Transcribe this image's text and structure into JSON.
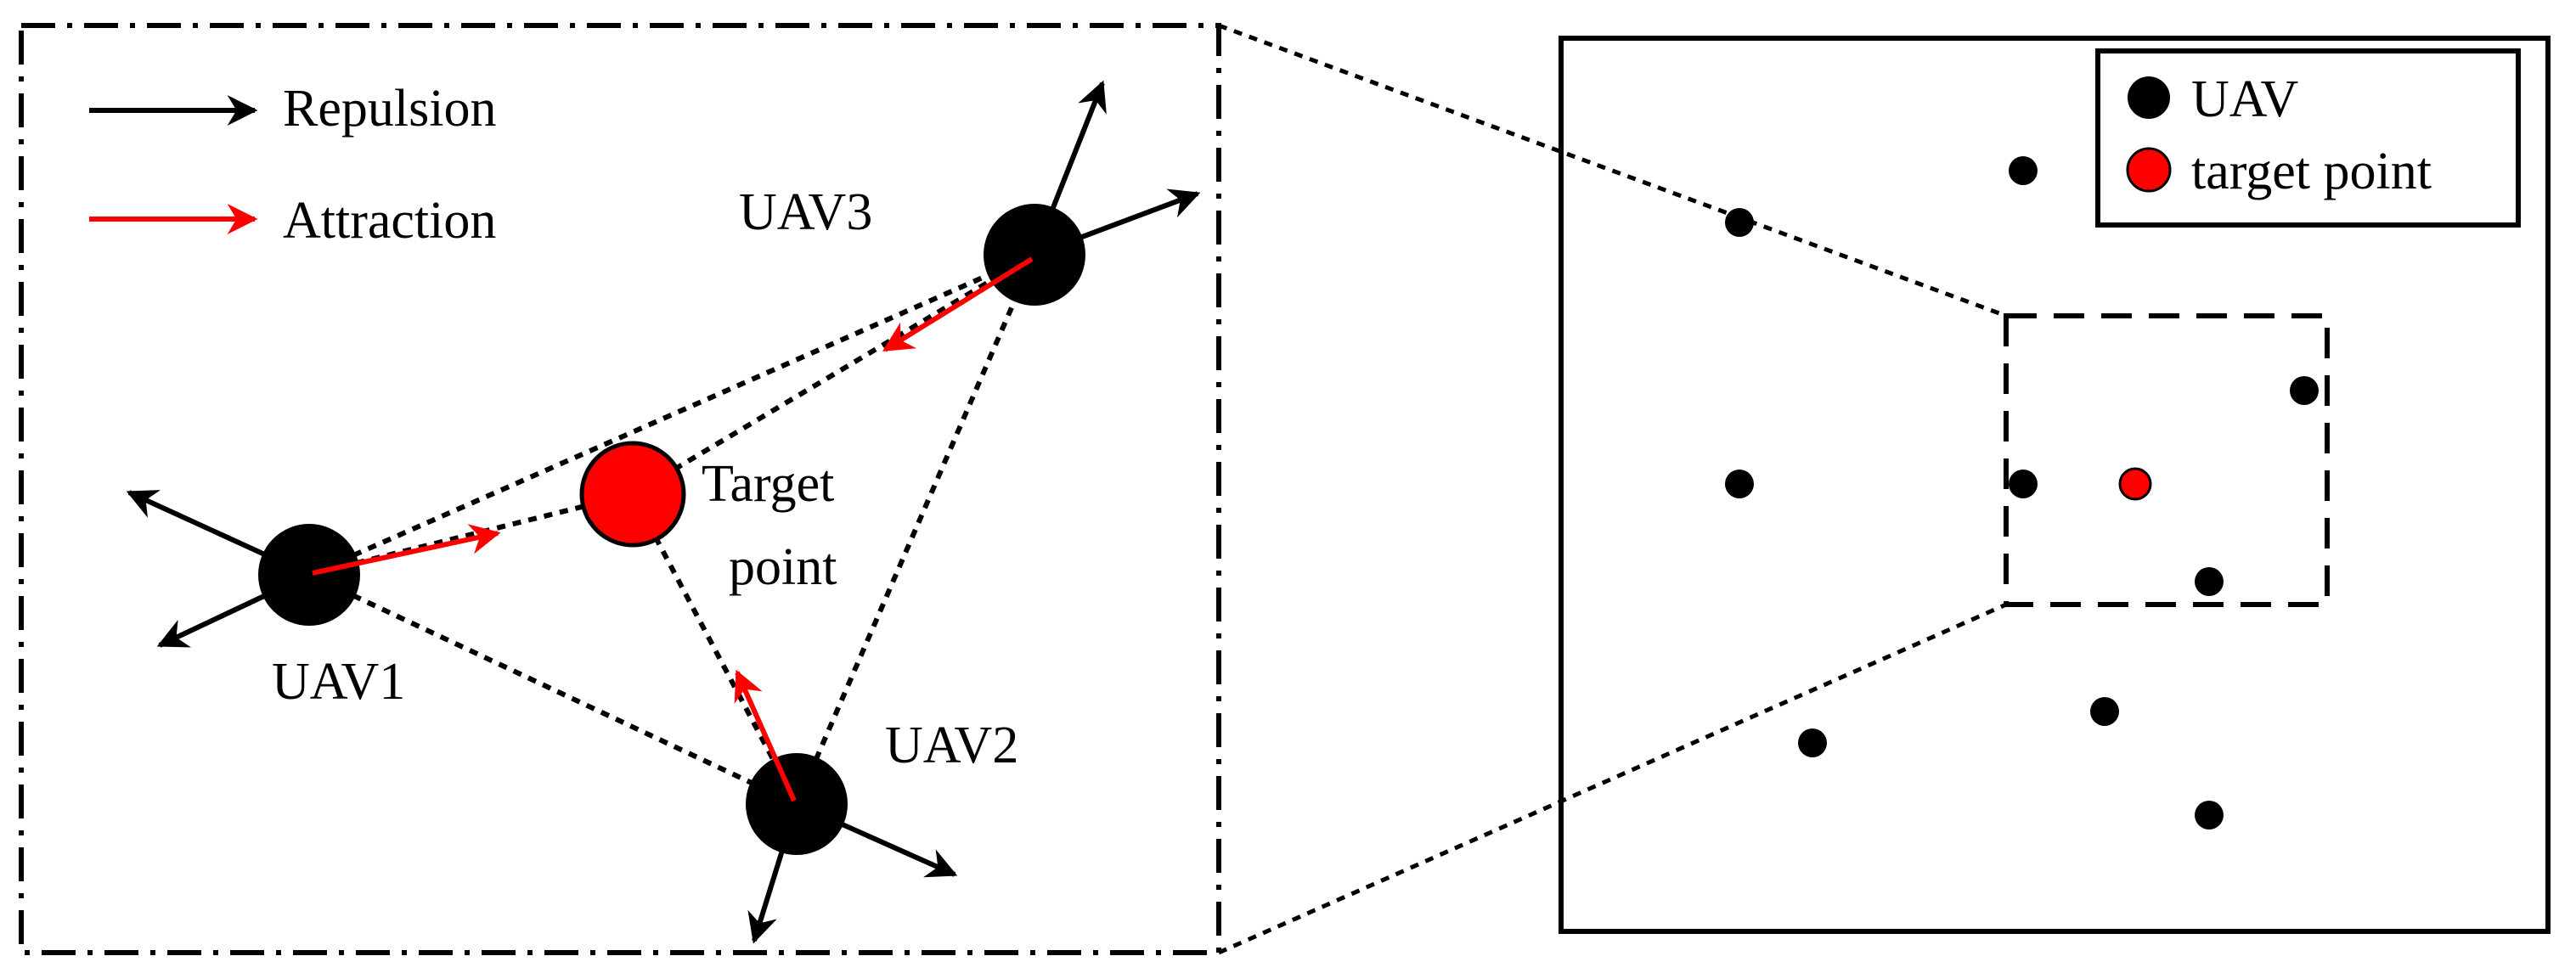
{
  "colors": {
    "ink": "#000000",
    "attraction": "#ff0000",
    "target": "#ff0000",
    "background": "#ffffff"
  },
  "left_panel": {
    "legend": {
      "repulsion_label": "Repulsion",
      "attraction_label": "Attraction"
    },
    "uav_labels": {
      "uav1": "UAV1",
      "uav2": "UAV2",
      "uav3": "UAV3"
    },
    "target_label": {
      "line1": "Target",
      "line2": "point"
    }
  },
  "right_panel": {
    "legend": {
      "uav_label": "UAV",
      "target_label": "target point"
    }
  }
}
